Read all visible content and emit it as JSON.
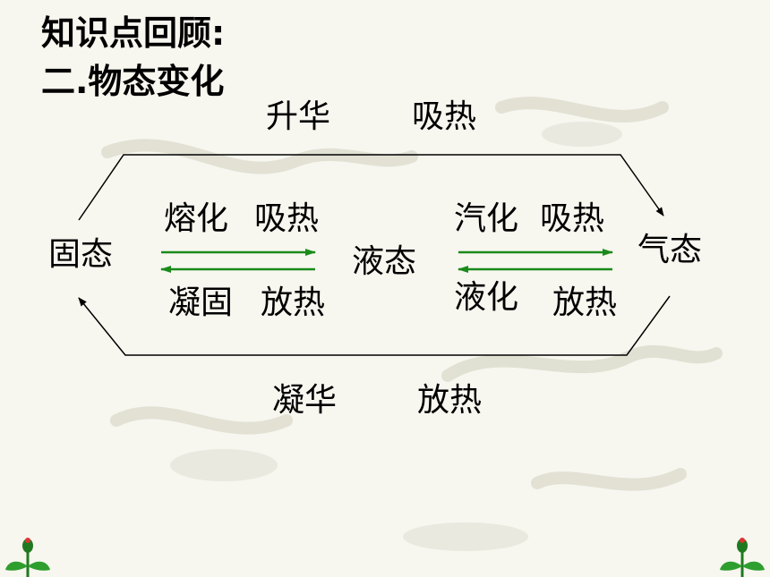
{
  "title": {
    "line1": "知识点回顾:",
    "line2": "二.物态变化"
  },
  "states": {
    "solid": "固态",
    "liquid": "液态",
    "gas": "气态"
  },
  "processes": {
    "sublimation": "升华",
    "sublimation_heat": "吸热",
    "melting": "熔化",
    "melting_heat": "吸热",
    "solidification": "凝固",
    "solidification_heat": "放热",
    "vaporization": "汽化",
    "vaporization_heat": "吸热",
    "liquefaction": "液化",
    "liquefaction_heat": "放热",
    "deposition": "凝华",
    "deposition_heat": "放热"
  },
  "colors": {
    "outer_arrows": "#000000",
    "inner_arrows": "#1a8a1a",
    "text": "#000000"
  },
  "icons": [
    "flower-sprout-icon",
    "flower-sprout-icon"
  ]
}
